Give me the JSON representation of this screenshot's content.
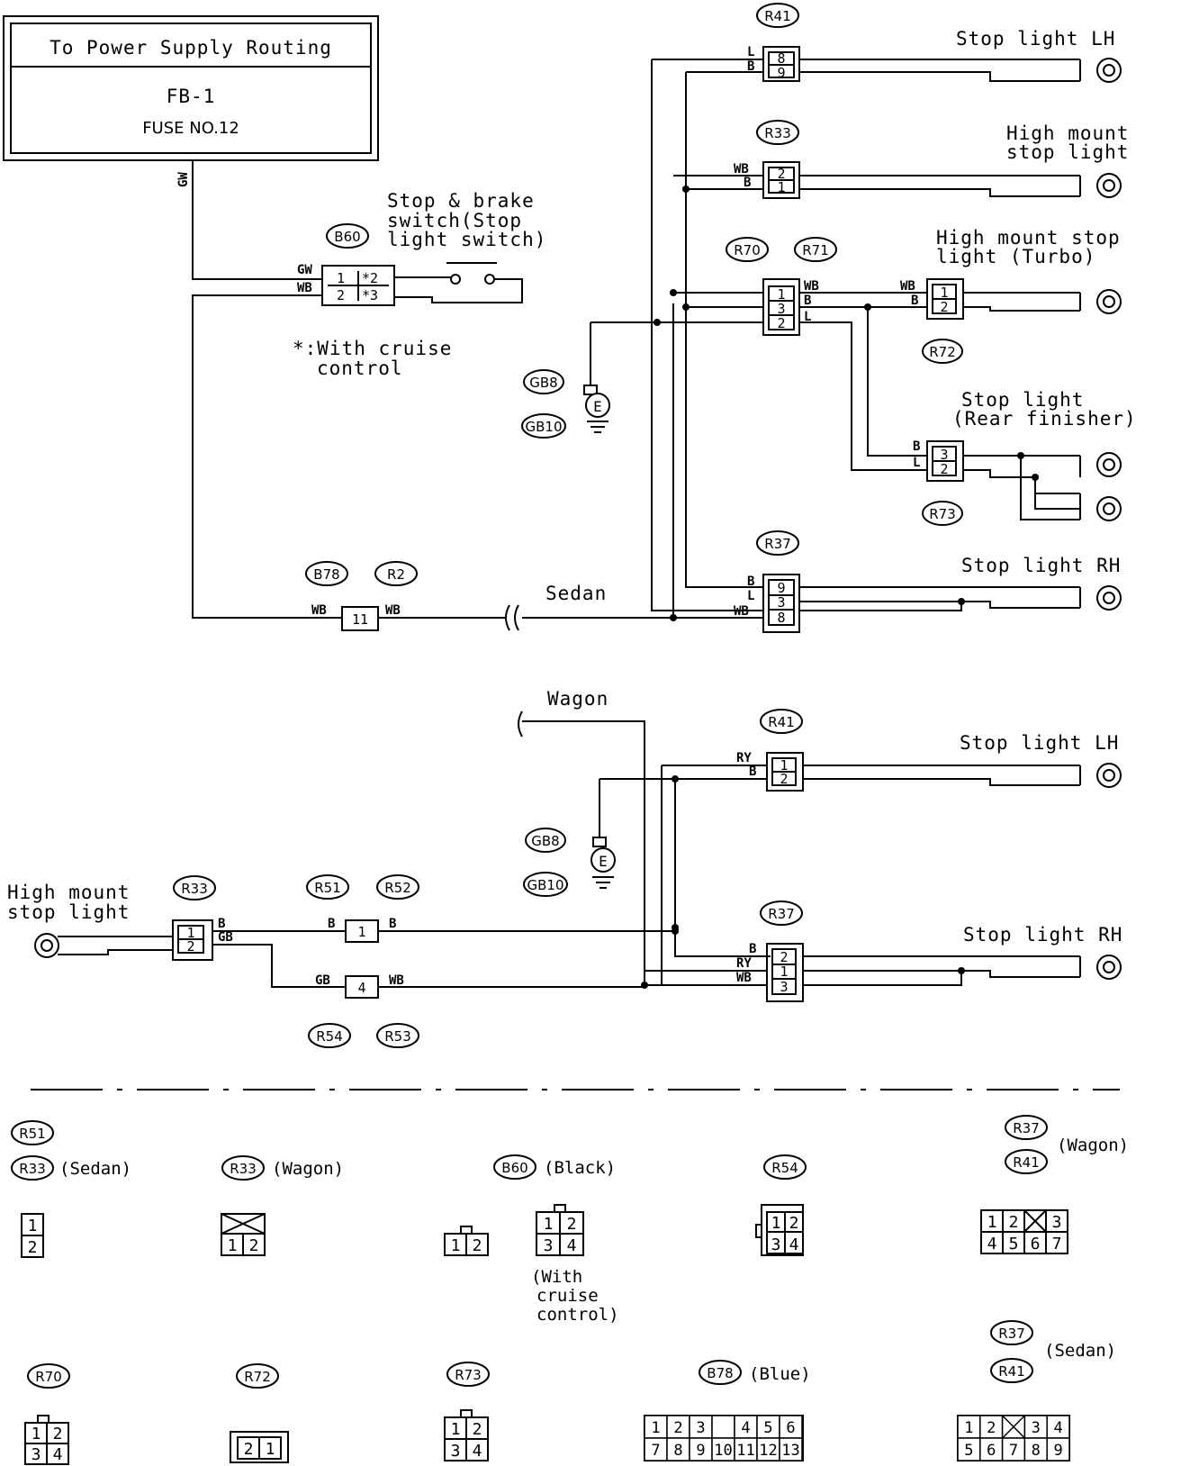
{
  "power_box": {
    "title": "To Power Supply Routing",
    "line1": "FB-1",
    "line2": "FUSE NO.12"
  },
  "wires": {
    "gw": "GW",
    "wb": "WB",
    "b": "B",
    "l": "L",
    "ry": "RY",
    "gb": "GB"
  },
  "switch": {
    "label1": "Stop & brake",
    "label2": "switch(Stop",
    "label3": "light switch)",
    "conn": "B60",
    "pins": [
      "1",
      "*2",
      "2",
      "*3"
    ],
    "note1": "*:With cruise",
    "note2": "control"
  },
  "connectors": {
    "r41": "R41",
    "r33": "R33",
    "r70": "R70",
    "r71": "R71",
    "r72": "R72",
    "r73": "R73",
    "r37": "R37",
    "b78": "B78",
    "r2": "R2",
    "gb8": "GB8",
    "gb10": "GB10",
    "r51": "R51",
    "r52": "R52",
    "r54": "R54",
    "r53": "R53",
    "b60": "B60"
  },
  "sedan": {
    "label": "Sedan",
    "stop_lh": "Stop light LH",
    "high_mount_1": "High mount",
    "high_mount_2": "stop light",
    "hm_turbo_1": "High mount stop",
    "hm_turbo_2": "light (Turbo)",
    "rear_1": "Stop light",
    "rear_2": "(Rear finisher)",
    "stop_rh": "Stop light RH"
  },
  "wagon": {
    "label": "Wagon",
    "stop_lh": "Stop light LH",
    "high_mount_1": "High mount",
    "high_mount_2": "stop light",
    "stop_rh": "Stop light RH"
  },
  "earth": "E",
  "pin_labels": {
    "p1": "1",
    "p2": "2",
    "p3": "3",
    "p4": "4",
    "p5": "5",
    "p6": "6",
    "p7": "7",
    "p8": "8",
    "p9": "9",
    "p10": "10",
    "p11": "11",
    "p12": "12",
    "p13": "13"
  },
  "legend": {
    "sedan": "(Sedan)",
    "wagon": "(Wagon)",
    "black": "(Black)",
    "blue": "(Blue)",
    "with1": "(With",
    "with2": "cruise",
    "with3": "control)"
  }
}
